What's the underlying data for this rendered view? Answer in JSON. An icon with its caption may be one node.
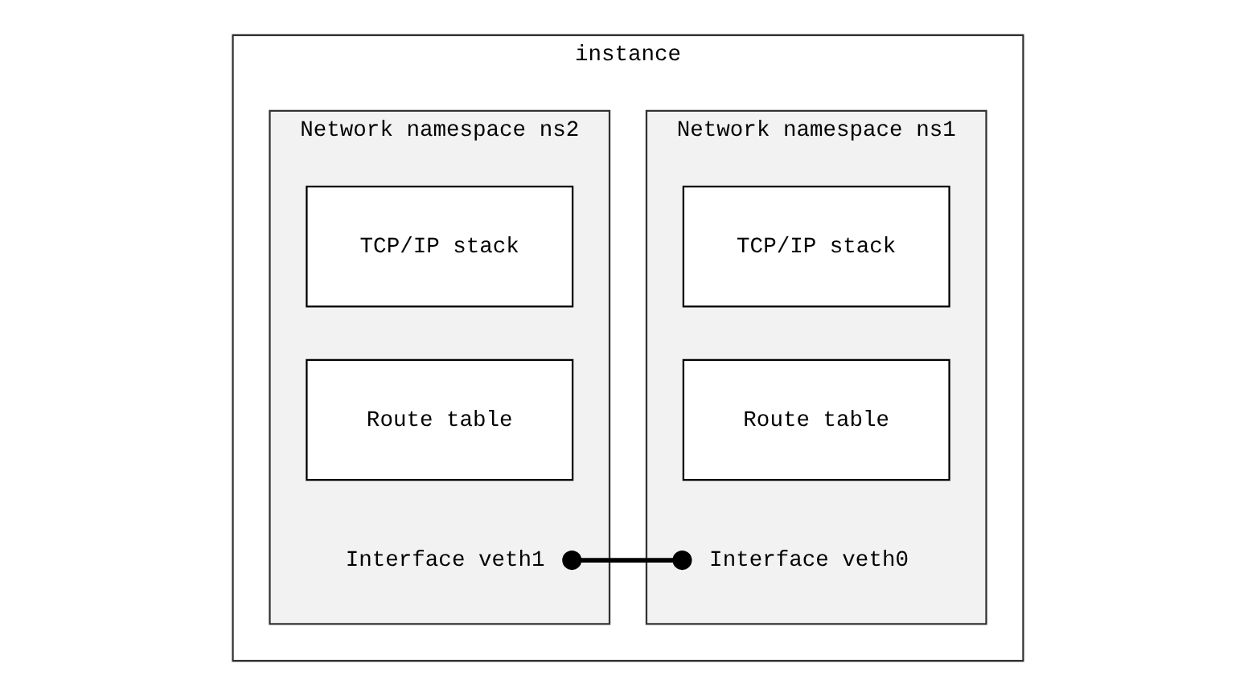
{
  "diagram": {
    "nodes": [
      {
        "text": [
          "instance"
        ]
      },
      {
        "text": [
          "Network namespace ns1"
        ],
        "in": 0
      },
      {
        "text": [
          "TCP/IP stack"
        ],
        "in": 1
      },
      {
        "text": [
          "Route table"
        ],
        "in": 1
      },
      {
        "text": [
          "Interface veth0"
        ],
        "in": 1
      },
      {
        "text": [
          "Network namespace ns2"
        ],
        "in": 0
      },
      {
        "text": [
          "TCP/IP stack"
        ],
        "in": 5
      },
      {
        "text": [
          "Route table"
        ],
        "in": 5
      },
      {
        "text": [
          "Interface veth1"
        ],
        "in": 5
      }
    ],
    "edges": [
      {
        "from": 4,
        "to": 8,
        "arrow": "other"
      }
    ]
  }
}
